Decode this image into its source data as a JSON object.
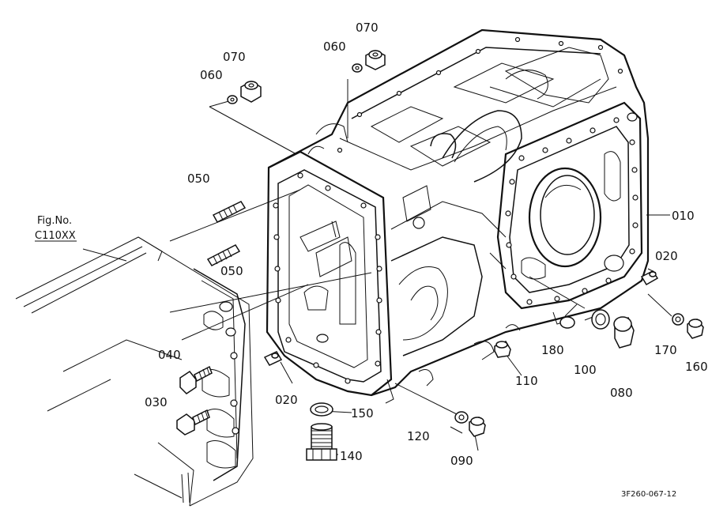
{
  "fig_ref": {
    "prefix": "Fig.No.",
    "code": "C110XX"
  },
  "drawing_code": "3F260-067-12",
  "parts": [
    {
      "id": "p010",
      "label": "010"
    },
    {
      "id": "p020a",
      "label": "020"
    },
    {
      "id": "p020b",
      "label": "020"
    },
    {
      "id": "p030",
      "label": "030"
    },
    {
      "id": "p040",
      "label": "040"
    },
    {
      "id": "p050a",
      "label": "050"
    },
    {
      "id": "p050b",
      "label": "050"
    },
    {
      "id": "p060a",
      "label": "060"
    },
    {
      "id": "p060b",
      "label": "060"
    },
    {
      "id": "p070a",
      "label": "070"
    },
    {
      "id": "p070b",
      "label": "070"
    },
    {
      "id": "p080",
      "label": "080"
    },
    {
      "id": "p090",
      "label": "090"
    },
    {
      "id": "p100",
      "label": "100"
    },
    {
      "id": "p110",
      "label": "110"
    },
    {
      "id": "p120",
      "label": "120"
    },
    {
      "id": "p140",
      "label": "140"
    },
    {
      "id": "p150",
      "label": "150"
    },
    {
      "id": "p160",
      "label": "160"
    },
    {
      "id": "p170",
      "label": "170"
    },
    {
      "id": "p180",
      "label": "180"
    }
  ]
}
